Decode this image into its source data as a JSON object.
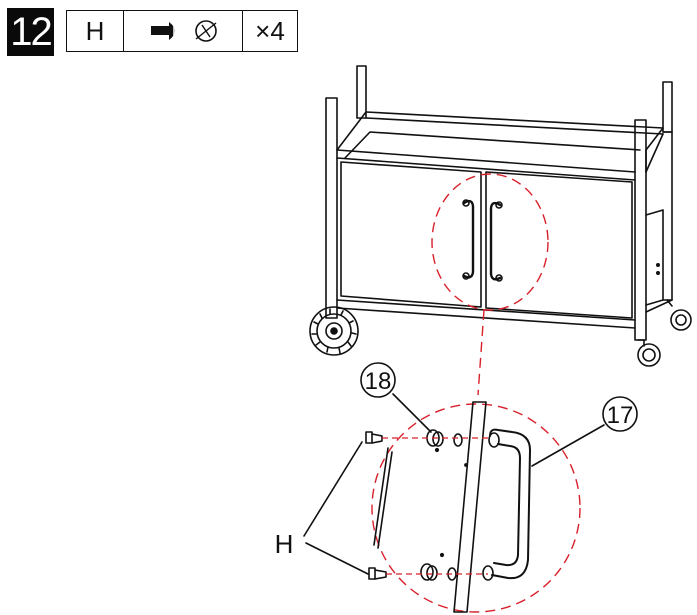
{
  "step": {
    "number": "12"
  },
  "parts_header": {
    "part_letter": "H",
    "icon_screw": "screw-icon",
    "icon_screwdriver": "phillips-screwdriver-icon",
    "quantity": "×4"
  },
  "callouts": {
    "bushing": "18",
    "handle": "17",
    "screw": "H"
  }
}
